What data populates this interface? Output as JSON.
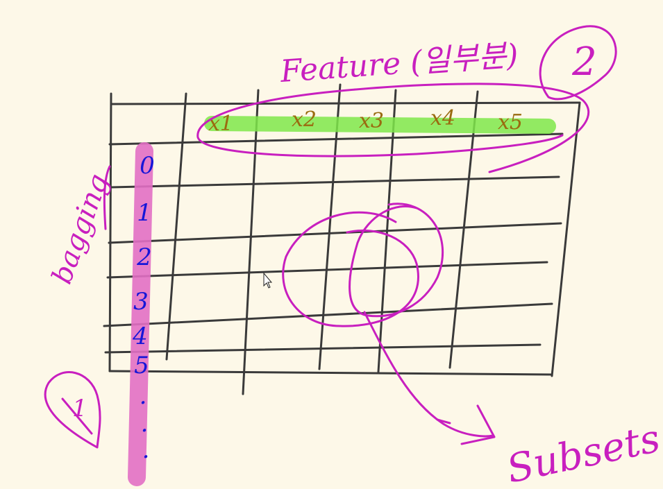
{
  "feature_label": "Feature (일부분)",
  "features": [
    "x1",
    "x2",
    "x3",
    "x4",
    "x5"
  ],
  "row_indices": [
    "0",
    "1",
    "2",
    "3",
    "4",
    "5",
    ".",
    ".",
    "."
  ],
  "bagging_label": "bagging",
  "circle_one_label": "1",
  "circle_two_label": "2",
  "subsets_label": "Subsets",
  "colors": {
    "background": "#fdf8e8",
    "grid": "#3a3a3a",
    "magenta": "#c81fbf",
    "pink_highlight": "#e26fc4",
    "green_highlight": "#7fe84a",
    "feature_text": "#9a6b10",
    "index_text": "#1616d8"
  }
}
